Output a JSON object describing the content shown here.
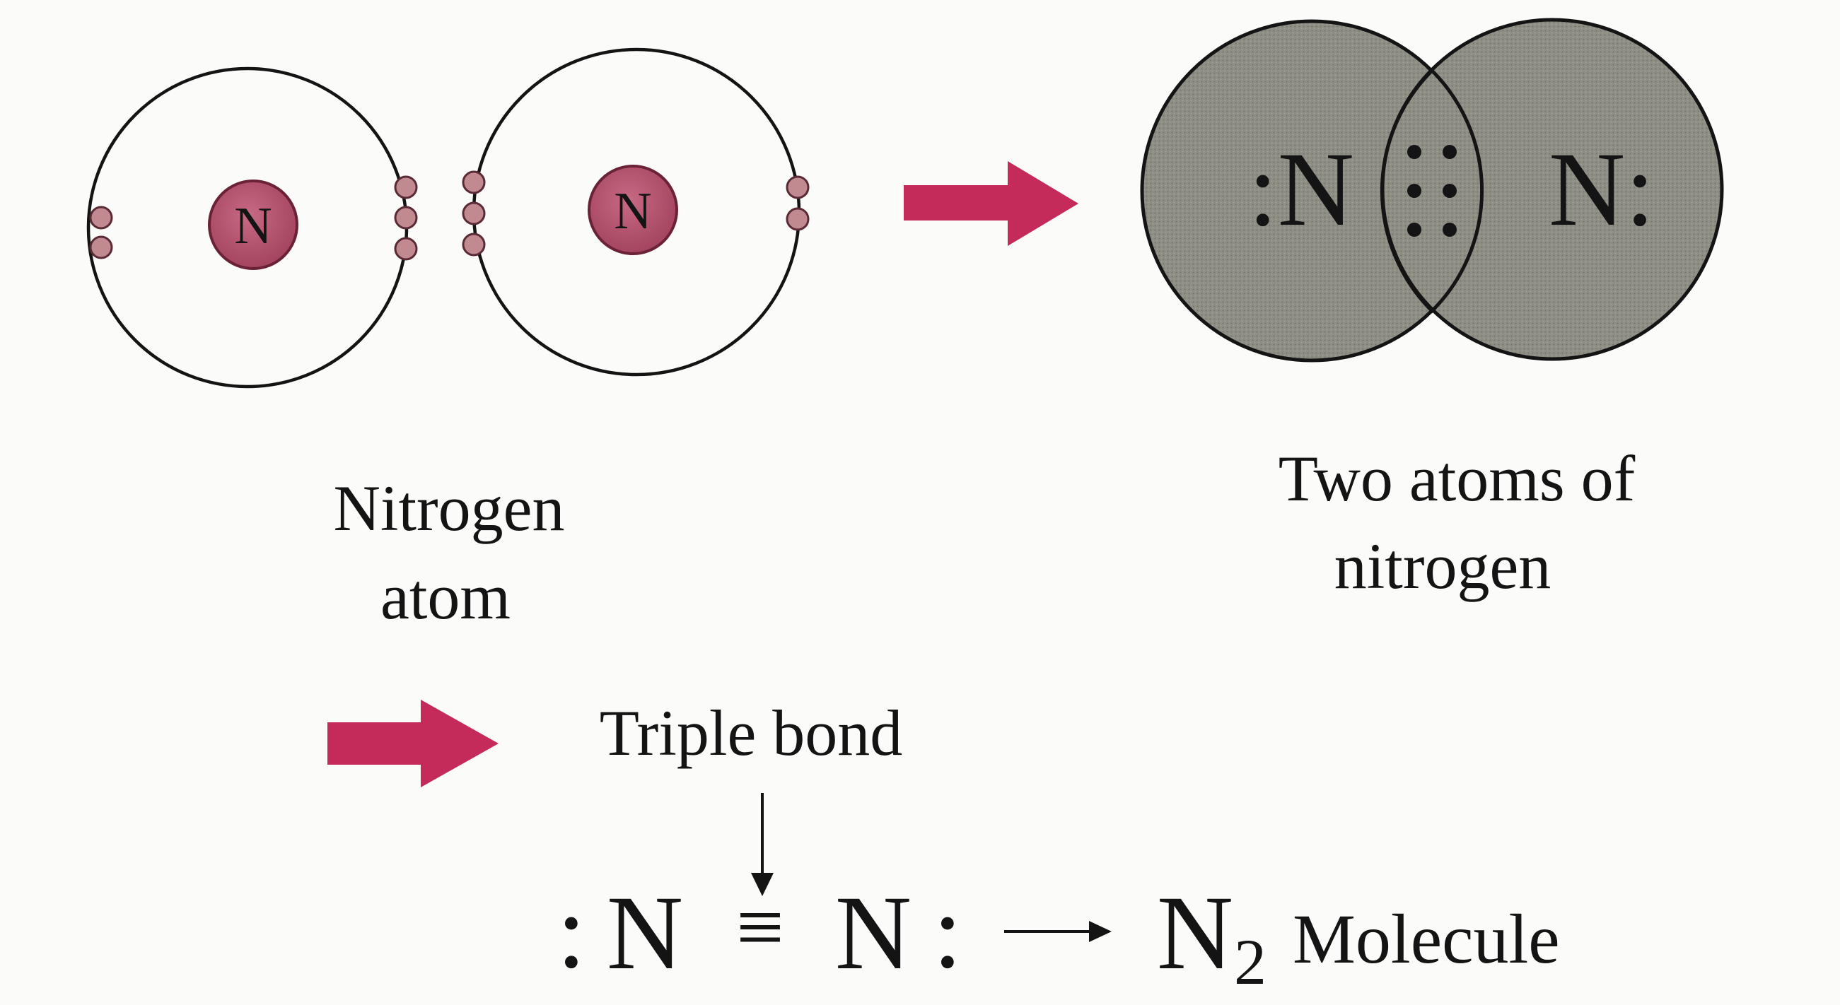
{
  "colors": {
    "background": "#fbfbf9",
    "ink": "#141414",
    "nucleus": "#b0506c",
    "electron": "#c08a90",
    "arrow": "#c42a5a",
    "overlap_fill": "#8e8e84"
  },
  "atoms": {
    "nucleus_symbol": "N",
    "caption_line1": "Nitrogen",
    "caption_line2": "atom"
  },
  "molecule": {
    "left_symbol": ":N",
    "right_symbol": "N:",
    "shared_electron_count": 6,
    "caption_line1": "Two atoms of",
    "caption_line2": "nitrogen"
  },
  "bond": {
    "label": "Triple bond",
    "formula_left_dots": ":",
    "formula_left": "N",
    "bond_symbol": "≡",
    "formula_right": "N",
    "formula_right_dots": ":",
    "product_symbol": "N",
    "product_subscript": "2",
    "product_name": "Molecule"
  },
  "icons": [
    "nucleus-icon",
    "electron-dot-icon",
    "process-arrow-icon",
    "pointer-arrow-icon",
    "yields-arrow-icon"
  ]
}
